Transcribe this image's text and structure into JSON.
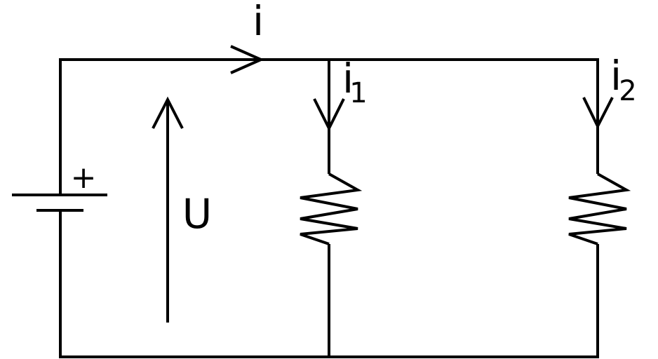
{
  "labels": {
    "total_current": "i",
    "branch1_current": "i",
    "branch1_sub": "1",
    "branch2_current": "i",
    "branch2_sub": "2",
    "voltage": "U",
    "polarity": "+"
  },
  "colors": {
    "line": "#000000",
    "background": "#ffffff"
  }
}
